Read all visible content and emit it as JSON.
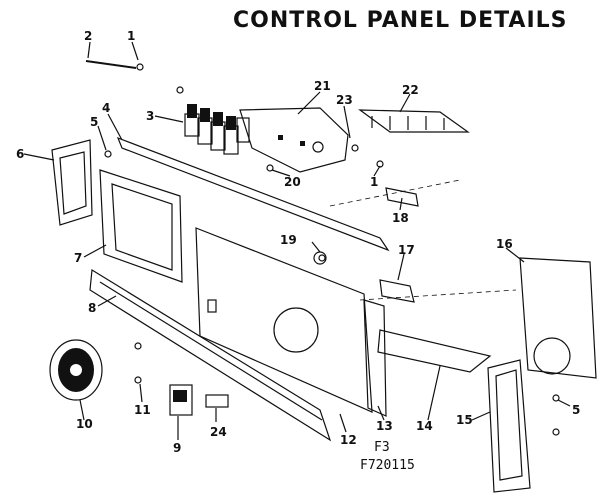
{
  "title": "CONTROL PANEL DETAILS",
  "figure_code": "F3",
  "part_code": "F720115",
  "callouts": [
    "1",
    "2",
    "3",
    "4",
    "5",
    "6",
    "7",
    "8",
    "9",
    "10",
    "11",
    "12",
    "13",
    "14",
    "15",
    "16",
    "17",
    "18",
    "19",
    "20",
    "21",
    "22",
    "23",
    "24",
    "1",
    "5"
  ]
}
